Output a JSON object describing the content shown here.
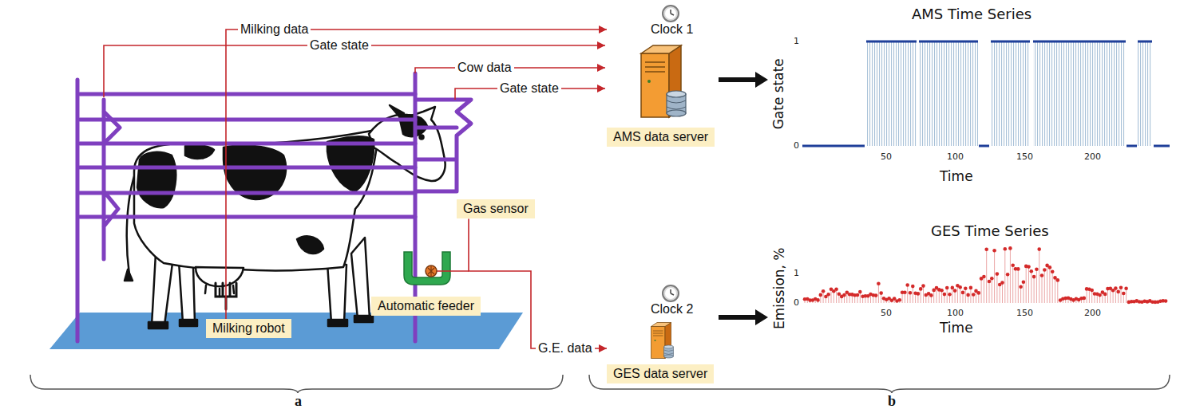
{
  "diagram": {
    "nodes": [
      {
        "text": [
          "Gas sensor"
        ]
      },
      {
        "text": [
          "Automatic feeder"
        ]
      },
      {
        "text": [
          "Milking robot"
        ]
      },
      {
        "text": [
          "AMS data server"
        ]
      },
      {
        "text": [
          "GES data server"
        ]
      }
    ],
    "edges": [
      {
        "from": 2,
        "to": 3,
        "arrow": "to",
        "label": "Milking data"
      },
      {
        "from": 0,
        "to": 4,
        "arrow": "to",
        "label": "G.E. data"
      }
    ],
    "labels": [
      "Gate state",
      "Cow data",
      "Gate state",
      "Clock 1",
      "Clock 2",
      "AMS Time Series",
      "Gate state",
      "1",
      "0",
      "50",
      "100",
      "150",
      "200",
      "Time",
      "GES Time Series",
      "Emission, %",
      "1",
      "0",
      "50",
      "100",
      "150",
      "200",
      "Time",
      "a",
      "b"
    ]
  }
}
